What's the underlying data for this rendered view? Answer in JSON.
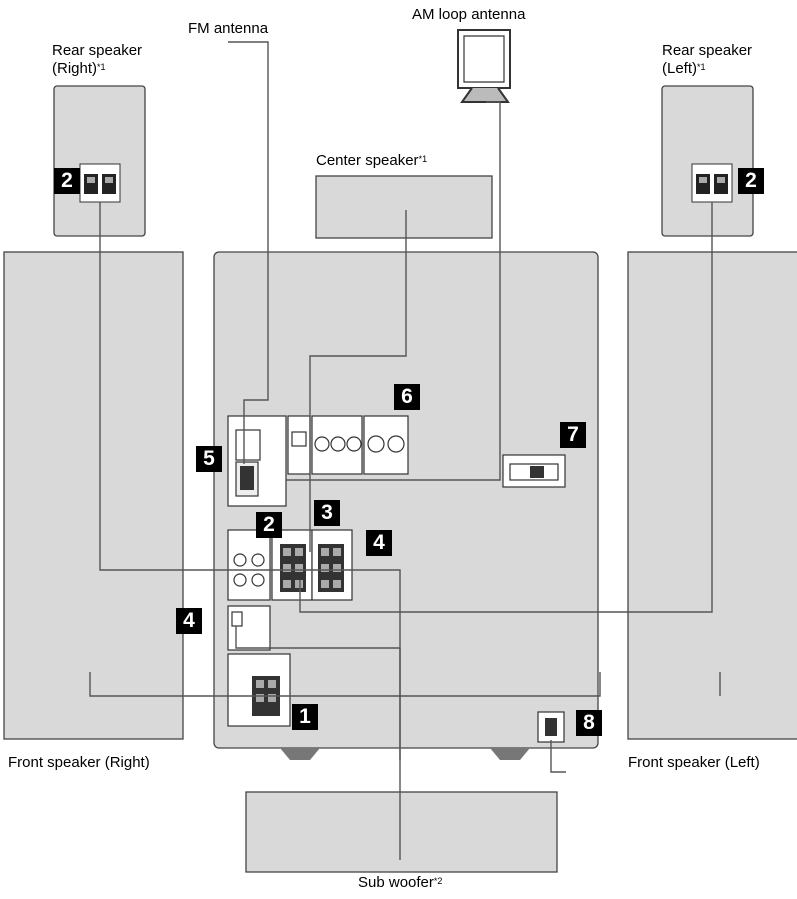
{
  "labels": {
    "fm_antenna": "FM antenna",
    "am_antenna": "AM loop antenna",
    "rear_right_line1": "Rear speaker",
    "rear_right_line2": "(Right)",
    "rear_left_line1": "Rear speaker",
    "rear_left_line2": "(Left)",
    "center": "Center speaker",
    "front_right": "Front speaker (Right)",
    "front_left": "Front speaker (Left)",
    "sub_woofer": "Sub woofer",
    "note1": "*1",
    "note2": "*2"
  },
  "badges": {
    "one": "1",
    "two": "2",
    "three": "3",
    "four": "4",
    "five": "5",
    "six": "6",
    "seven": "7",
    "eight": "8"
  },
  "colors": {
    "panel_fill": "#d9d9d9",
    "line": "#555555",
    "badge_bg": "#000000"
  }
}
